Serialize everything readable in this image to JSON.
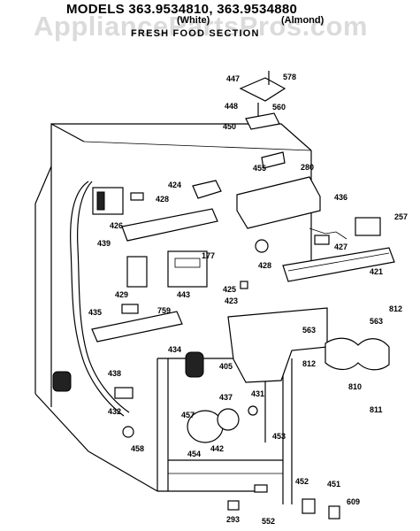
{
  "header": {
    "title": "MODELS 363.9534810, 363.9534880",
    "variant_white": "(White)",
    "variant_almond": "(Almond)",
    "section": "FRESH FOOD SECTION"
  },
  "watermark": "AppliancePartsPros.com",
  "part_labels": [
    "447",
    "578",
    "448",
    "560",
    "450",
    "455",
    "280",
    "424",
    "436",
    "428",
    "426",
    "257",
    "439",
    "427",
    "177",
    "428",
    "421",
    "429",
    "443",
    "425",
    "423",
    "435",
    "759",
    "812",
    "563",
    "563",
    "434",
    "405",
    "812",
    "438",
    "810",
    "431",
    "811",
    "437",
    "432",
    "457",
    "442",
    "453",
    "458",
    "454",
    "452",
    "451",
    "609",
    "293",
    "552"
  ]
}
